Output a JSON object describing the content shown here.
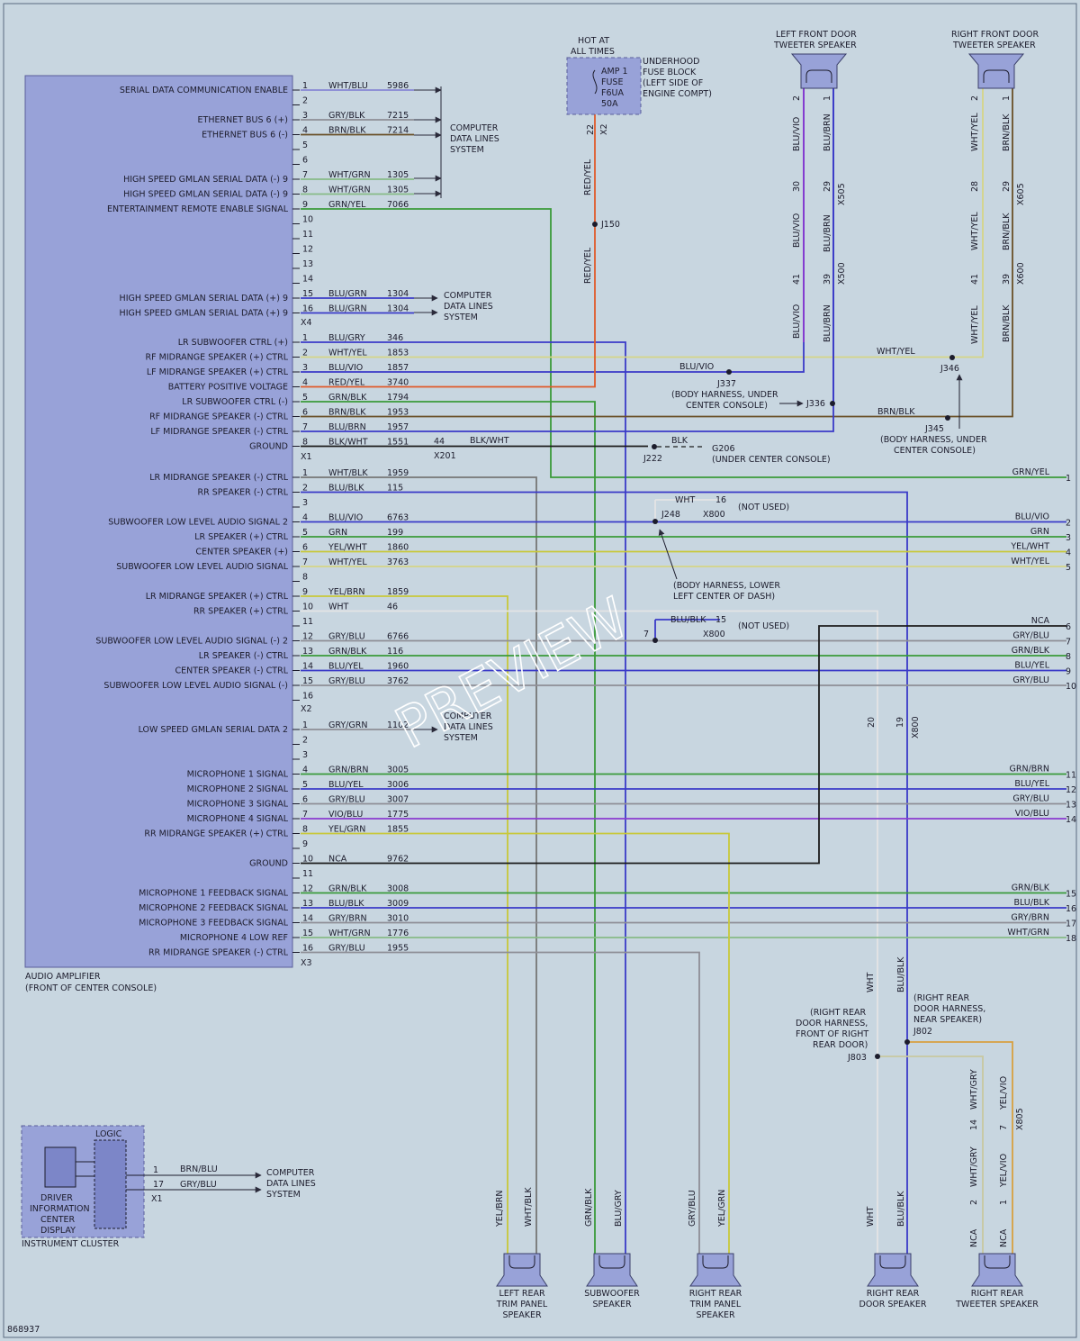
{
  "colors": {
    "bg": "#c8d6e0",
    "module": "#98a2d8",
    "module_border": "#5a5f9a",
    "text": "#1c1c2c",
    "watermark": "#ffffff"
  },
  "amplifier": {
    "label": "AUDIO AMPLIFIER",
    "sublabel": "(FRONT OF CENTER CONSOLE)"
  },
  "connector_labels": {
    "x4": "X4",
    "x1": "X1",
    "x2": "X2",
    "x3": "X3"
  },
  "connectors": [
    {
      "id": "x4",
      "pins": [
        {
          "n": "1",
          "label": "SERIAL DATA COMMUNICATION ENABLE",
          "color": "WHT/BLU",
          "circuit": "5986"
        },
        {
          "n": "2",
          "label": "",
          "color": "",
          "circuit": ""
        },
        {
          "n": "3",
          "label": "ETHERNET BUS 6 (+)",
          "color": "GRY/BLK",
          "circuit": "7215"
        },
        {
          "n": "4",
          "label": "ETHERNET BUS 6 (-)",
          "color": "BRN/BLK",
          "circuit": "7214"
        },
        {
          "n": "5",
          "label": "",
          "color": "",
          "circuit": ""
        },
        {
          "n": "6",
          "label": "",
          "color": "",
          "circuit": ""
        },
        {
          "n": "7",
          "label": "HIGH SPEED GMLAN SERIAL DATA (-) 9",
          "color": "WHT/GRN",
          "circuit": "1305"
        },
        {
          "n": "8",
          "label": "HIGH SPEED GMLAN SERIAL DATA (-) 9",
          "color": "WHT/GRN",
          "circuit": "1305"
        },
        {
          "n": "9",
          "label": "ENTERTAINMENT REMOTE ENABLE SIGNAL",
          "color": "GRN/YEL",
          "circuit": "7066"
        },
        {
          "n": "10",
          "label": "",
          "color": "",
          "circuit": ""
        },
        {
          "n": "11",
          "label": "",
          "color": "",
          "circuit": ""
        },
        {
          "n": "12",
          "label": "",
          "color": "",
          "circuit": ""
        },
        {
          "n": "13",
          "label": "",
          "color": "",
          "circuit": ""
        },
        {
          "n": "14",
          "label": "",
          "color": "",
          "circuit": ""
        },
        {
          "n": "15",
          "label": "HIGH SPEED GMLAN SERIAL DATA (+) 9",
          "color": "BLU/GRN",
          "circuit": "1304"
        },
        {
          "n": "16",
          "label": "HIGH SPEED GMLAN SERIAL DATA (+) 9",
          "color": "BLU/GRN",
          "circuit": "1304"
        }
      ]
    },
    {
      "id": "x1",
      "pins": [
        {
          "n": "1",
          "label": "LR SUBWOOFER CTRL (+)",
          "color": "BLU/GRY",
          "circuit": "346"
        },
        {
          "n": "2",
          "label": "RF MIDRANGE SPEAKER (+) CTRL",
          "color": "WHT/YEL",
          "circuit": "1853"
        },
        {
          "n": "3",
          "label": "LF MIDRANGE SPEAKER (+) CTRL",
          "color": "BLU/VIO",
          "circuit": "1857"
        },
        {
          "n": "4",
          "label": "BATTERY POSITIVE VOLTAGE",
          "color": "RED/YEL",
          "circuit": "3740"
        },
        {
          "n": "5",
          "label": "LR SUBWOOFER CTRL (-)",
          "color": "GRN/BLK",
          "circuit": "1794"
        },
        {
          "n": "6",
          "label": "RF MIDRANGE SPEAKER (-) CTRL",
          "color": "BRN/BLK",
          "circuit": "1953"
        },
        {
          "n": "7",
          "label": "LF MIDRANGE SPEAKER (-) CTRL",
          "color": "BLU/BRN",
          "circuit": "1957"
        },
        {
          "n": "8",
          "label": "GROUND",
          "color": "BLK/WHT",
          "circuit": "1551"
        }
      ]
    },
    {
      "id": "x2",
      "pins": [
        {
          "n": "1",
          "label": "LR MIDRANGE SPEAKER (-) CTRL",
          "color": "WHT/BLK",
          "circuit": "1959"
        },
        {
          "n": "2",
          "label": "RR SPEAKER (-) CTRL",
          "color": "BLU/BLK",
          "circuit": "115"
        },
        {
          "n": "3",
          "label": "",
          "color": "",
          "circuit": ""
        },
        {
          "n": "4",
          "label": "SUBWOOFER LOW LEVEL AUDIO SIGNAL 2",
          "color": "BLU/VIO",
          "circuit": "6763"
        },
        {
          "n": "5",
          "label": "LR SPEAKER (+) CTRL",
          "color": "GRN",
          "circuit": "199"
        },
        {
          "n": "6",
          "label": "CENTER SPEAKER (+)",
          "color": "YEL/WHT",
          "circuit": "1860"
        },
        {
          "n": "7",
          "label": "SUBWOOFER LOW LEVEL AUDIO SIGNAL",
          "color": "WHT/YEL",
          "circuit": "3763"
        },
        {
          "n": "8",
          "label": "",
          "color": "",
          "circuit": ""
        },
        {
          "n": "9",
          "label": "LR MIDRANGE SPEAKER (+) CTRL",
          "color": "YEL/BRN",
          "circuit": "1859"
        },
        {
          "n": "10",
          "label": "RR SPEAKER (+) CTRL",
          "color": "WHT",
          "circuit": "46"
        },
        {
          "n": "11",
          "label": "",
          "color": "",
          "circuit": ""
        },
        {
          "n": "12",
          "label": "SUBWOOFER LOW LEVEL AUDIO SIGNAL (-) 2",
          "color": "GRY/BLU",
          "circuit": "6766"
        },
        {
          "n": "13",
          "label": "LR SPEAKER (-) CTRL",
          "color": "GRN/BLK",
          "circuit": "116"
        },
        {
          "n": "14",
          "label": "CENTER SPEAKER (-) CTRL",
          "color": "BLU/YEL",
          "circuit": "1960"
        },
        {
          "n": "15",
          "label": "SUBWOOFER LOW LEVEL AUDIO SIGNAL (-)",
          "color": "GRY/BLU",
          "circuit": "3762"
        },
        {
          "n": "16",
          "label": "",
          "color": "",
          "circuit": ""
        }
      ]
    },
    {
      "id": "x3",
      "pins": [
        {
          "n": "1",
          "label": "LOW SPEED GMLAN SERIAL DATA 2",
          "color": "GRY/GRN",
          "circuit": "1102"
        },
        {
          "n": "2",
          "label": "",
          "color": "",
          "circuit": ""
        },
        {
          "n": "3",
          "label": "",
          "color": "",
          "circuit": ""
        },
        {
          "n": "4",
          "label": "MICROPHONE 1 SIGNAL",
          "color": "GRN/BRN",
          "circuit": "3005"
        },
        {
          "n": "5",
          "label": "MICROPHONE 2 SIGNAL",
          "color": "BLU/YEL",
          "circuit": "3006"
        },
        {
          "n": "6",
          "label": "MICROPHONE 3 SIGNAL",
          "color": "GRY/BLU",
          "circuit": "3007"
        },
        {
          "n": "7",
          "label": "MICROPHONE 4 SIGNAL",
          "color": "VIO/BLU",
          "circuit": "1775"
        },
        {
          "n": "8",
          "label": "RR MIDRANGE SPEAKER (+) CTRL",
          "color": "YEL/GRN",
          "circuit": "1855"
        },
        {
          "n": "9",
          "label": "",
          "color": "",
          "circuit": ""
        },
        {
          "n": "10",
          "label": "GROUND",
          "color": "NCA",
          "circuit": "9762"
        },
        {
          "n": "11",
          "label": "",
          "color": "",
          "circuit": ""
        },
        {
          "n": "12",
          "label": "MICROPHONE 1 FEEDBACK SIGNAL",
          "color": "GRN/BLK",
          "circuit": "3008"
        },
        {
          "n": "13",
          "label": "MICROPHONE 2 FEEDBACK SIGNAL",
          "color": "BLU/BLK",
          "circuit": "3009"
        },
        {
          "n": "14",
          "label": "MICROPHONE 3 FEEDBACK SIGNAL",
          "color": "GRY/BRN",
          "circuit": "3010"
        },
        {
          "n": "15",
          "label": "MICROPHONE 4 LOW REF",
          "color": "WHT/GRN",
          "circuit": "1776"
        },
        {
          "n": "16",
          "label": "RR MIDRANGE SPEAKER (-) CTRL",
          "color": "GRY/BLU",
          "circuit": "1955"
        }
      ]
    }
  ],
  "data_lines": [
    {
      "l1": "COMPUTER",
      "l2": "DATA LINES",
      "l3": "SYSTEM"
    },
    {
      "l1": "COMPUTER",
      "l2": "DATA LINES",
      "l3": "SYSTEM"
    },
    {
      "l1": "COMPUTER",
      "l2": "DATA LINES",
      "l3": "SYSTEM"
    },
    {
      "l1": "COMPUTER",
      "l2": "DATA LINES",
      "l3": "SYSTEM"
    }
  ],
  "fuse": {
    "hot": "HOT AT",
    "hot2": "ALL TIMES",
    "amp": "AMP 1",
    "fuse": "FUSE",
    "code": "F6UA",
    "rating": "50A",
    "block1": "UNDERHOOD",
    "block2": "FUSE BLOCK",
    "block3": "(LEFT SIDE OF",
    "block4": "ENGINE COMPT)",
    "pin": "22",
    "conn": "X2",
    "wire": "RED/YEL",
    "splice": "J150"
  },
  "speakers": {
    "lf_tweeter": {
      "l1": "LEFT FRONT DOOR",
      "l2": "TWEETER SPEAKER"
    },
    "rf_tweeter": {
      "l1": "RIGHT FRONT DOOR",
      "l2": "TWEETER SPEAKER"
    },
    "lr_trim": {
      "l1": "LEFT REAR",
      "l2": "TRIM PANEL",
      "l3": "SPEAKER"
    },
    "sub": {
      "l1": "SUBWOOFER",
      "l2": "SPEAKER"
    },
    "rr_trim": {
      "l1": "RIGHT REAR",
      "l2": "TRIM PANEL",
      "l3": "SPEAKER"
    },
    "rr_door": {
      "l1": "RIGHT REAR",
      "l2": "DOOR SPEAKER"
    },
    "rr_tweeter": {
      "l1": "RIGHT REAR",
      "l2": "TWEETER SPEAKER"
    }
  },
  "front_tweeter_wires": {
    "lf_a": "BLU/VIO",
    "lf_b": "BLU/BRN",
    "rf_a": "WHT/YEL",
    "rf_b": "BRN/BLK",
    "lf_x505": "X505",
    "lf_x500": "X500",
    "rf_x605": "X605",
    "rf_x600": "X600",
    "p2": "2",
    "p1": "1",
    "p30": "30",
    "p29": "29",
    "p41": "41",
    "p39": "39",
    "p28": "28"
  },
  "splices": {
    "j337": "J337",
    "j337_desc1": "(BODY HARNESS, UNDER",
    "j337_desc2": "CENTER CONSOLE)",
    "j336": "J336",
    "j346": "J346",
    "j345": "J345",
    "j345_desc1": "(BODY HARNESS, UNDER",
    "j345_desc2": "CENTER CONSOLE)",
    "j222": "J222",
    "g206": "G206",
    "g206_desc": "(UNDER CENTER CONSOLE)",
    "blk": "BLK",
    "blk_wht": "BLK/WHT",
    "x201": "X201",
    "p44": "44",
    "wht": "WHT",
    "p16": "16",
    "not_used": "(NOT USED)",
    "j248": "J248",
    "x800": "X800",
    "dash1": "(BODY HARNESS, LOWER",
    "dash2": "LEFT CENTER OF DASH)",
    "blu_blk": "BLU/BLK",
    "p15": "15",
    "p7": "7",
    "p20": "20",
    "p19": "19",
    "rrd1": "(RIGHT REAR",
    "rrd2": "DOOR HARNESS,",
    "rrd3": "FRONT OF RIGHT",
    "rrd4": "REAR DOOR)",
    "j803": "J803",
    "rrn1": "(RIGHT REAR",
    "rrn2": "DOOR HARNESS,",
    "rrn3": "NEAR SPEAKER)",
    "j802": "J802",
    "wht_gry": "WHT/GRY",
    "yel_vio": "YEL/VIO",
    "x805": "X805",
    "p14": "14",
    "nca": "NCA"
  },
  "right_edge": [
    {
      "n": "1",
      "color": "GRN/YEL"
    },
    {
      "n": "2",
      "color": "BLU/VIO"
    },
    {
      "n": "3",
      "color": "GRN"
    },
    {
      "n": "4",
      "color": "YEL/WHT"
    },
    {
      "n": "5",
      "color": "WHT/YEL"
    },
    {
      "n": "6",
      "color": "NCA"
    },
    {
      "n": "7",
      "color": "GRY/BLU"
    },
    {
      "n": "8",
      "color": "GRN/BLK"
    },
    {
      "n": "9",
      "color": "BLU/YEL"
    },
    {
      "n": "10",
      "color": "GRY/BLU"
    },
    {
      "n": "11",
      "color": "GRN/BRN"
    },
    {
      "n": "12",
      "color": "BLU/YEL"
    },
    {
      "n": "13",
      "color": "GRY/BLU"
    },
    {
      "n": "14",
      "color": "VIO/BLU"
    },
    {
      "n": "15",
      "color": "GRN/BLK"
    },
    {
      "n": "16",
      "color": "BLU/BLK"
    },
    {
      "n": "17",
      "color": "GRY/BRN"
    },
    {
      "n": "18",
      "color": "WHT/GRN"
    }
  ],
  "cluster": {
    "logic": "LOGIC",
    "d1": "DRIVER",
    "d2": "INFORMATION",
    "d3": "CENTER",
    "d4": "DISPLAY",
    "label": "INSTRUMENT CLUSTER",
    "p1": "1",
    "w1": "BRN/BLU",
    "p17": "17",
    "w17": "GRY/BLU",
    "conn": "X1"
  },
  "watermark": "PREVIEW",
  "doc_id": "868937"
}
